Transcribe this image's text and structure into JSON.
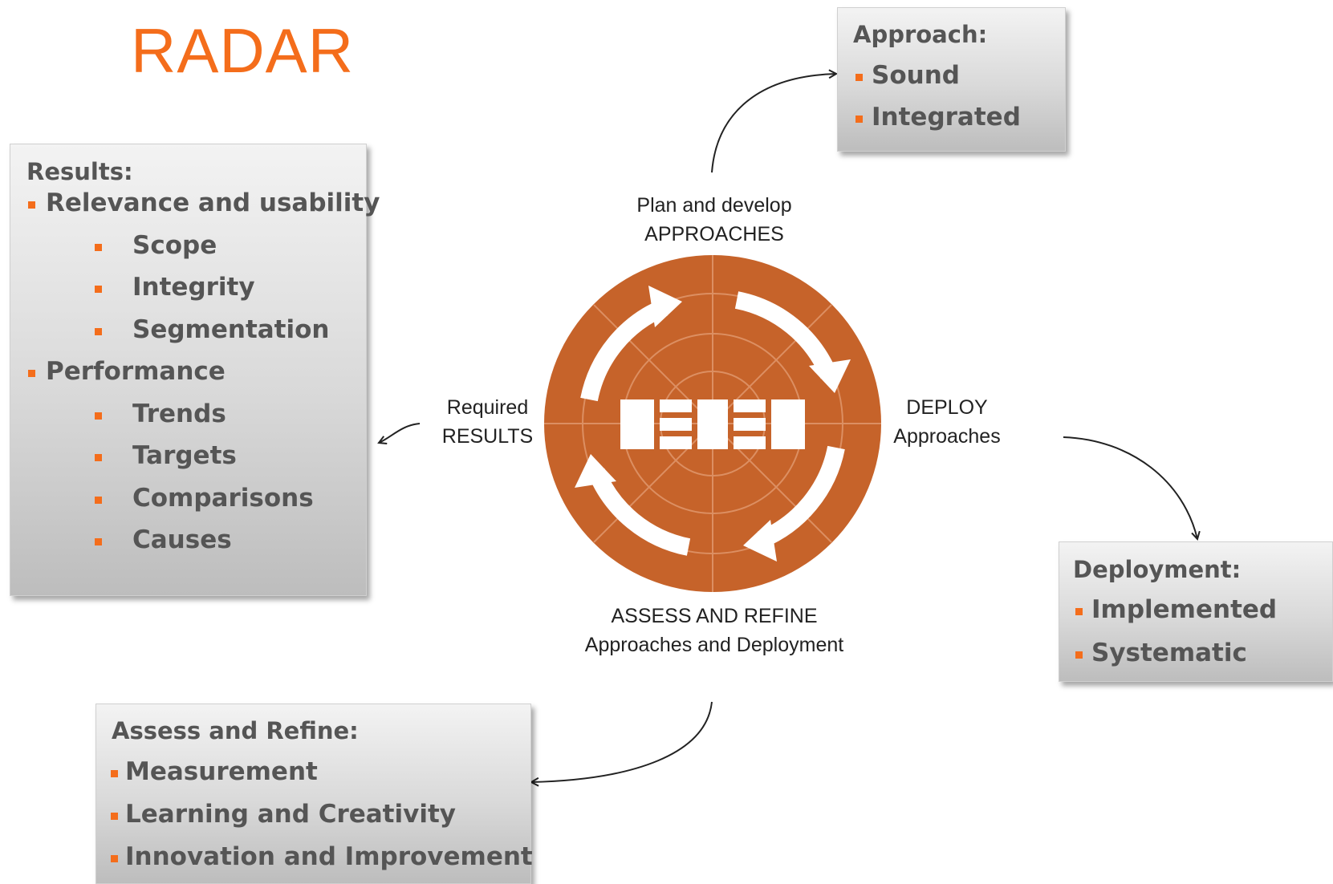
{
  "title": "RADAR",
  "colors": {
    "accent": "#f46d1b",
    "wheel": "#c6632a",
    "box_text": "#555555"
  },
  "results_box": {
    "heading": "Results:",
    "items": [
      {
        "label": "Relevance and usability",
        "level": 1
      },
      {
        "label": "Scope",
        "level": 2
      },
      {
        "label": "Integrity",
        "level": 2
      },
      {
        "label": "Segmentation",
        "level": 2
      },
      {
        "label": "Performance",
        "level": 1
      },
      {
        "label": "Trends",
        "level": 2
      },
      {
        "label": "Targets",
        "level": 2
      },
      {
        "label": "Comparisons",
        "level": 2
      },
      {
        "label": "Causes",
        "level": 2
      }
    ]
  },
  "approach_box": {
    "heading": "Approach:",
    "items": [
      "Sound",
      "Integrated"
    ]
  },
  "deployment_box": {
    "heading": "Deployment:",
    "items": [
      "Implemented",
      "Systematic"
    ]
  },
  "assess_box": {
    "heading": "Assess and Refine:",
    "items": [
      "Measurement",
      "Learning and Creativity",
      "Innovation and Improvement"
    ]
  },
  "wheel_labels": {
    "top": [
      "Plan and develop",
      "APPROACHES"
    ],
    "right": [
      "DEPLOY",
      "Approaches"
    ],
    "bottom": [
      "ASSESS AND REFINE",
      "Approaches and Deployment"
    ],
    "left": [
      "Required",
      "RESULTS"
    ]
  }
}
